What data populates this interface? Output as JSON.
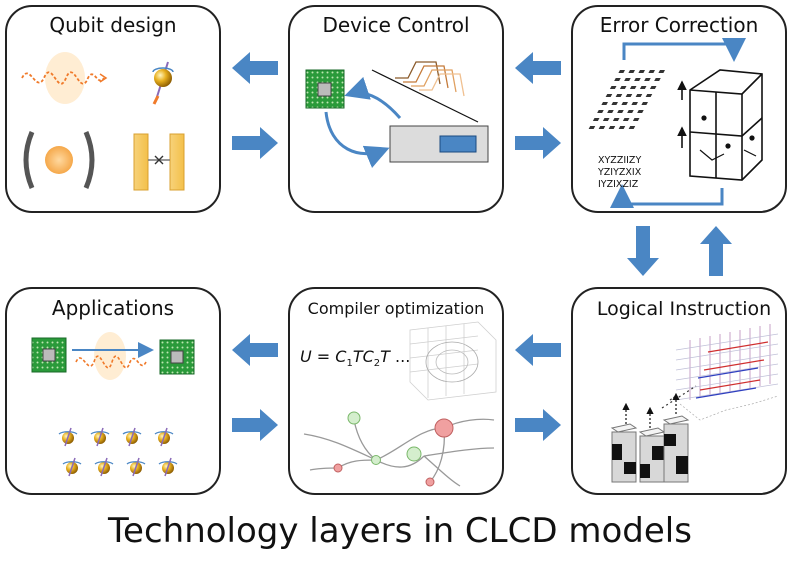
{
  "diagram": {
    "caption": "Technology layers in CLCD models",
    "boxes": {
      "qubit_design": "Qubit design",
      "device_control": "Device Control",
      "error_correction": "Error Correction",
      "applications": "Applications",
      "compiler_optimization": "Compiler optimization",
      "logical_instruction": "Logical Instruction"
    },
    "stabilizer_rows": [
      "XYZZIIZY",
      "YZIYZXIX",
      "IYZIXZIZ"
    ],
    "equation": {
      "lhs": "U",
      "eq": " = ",
      "c1": "C",
      "sub1": "1",
      "t1": "T",
      "c2": "C",
      "sub2": "2",
      "t2": "T",
      "ellipsis": " ..."
    }
  },
  "colors": {
    "arrow": "#4a86c4",
    "chip": "#2a9a3a",
    "gold": "#e8b020",
    "orange": "#f0a050"
  }
}
